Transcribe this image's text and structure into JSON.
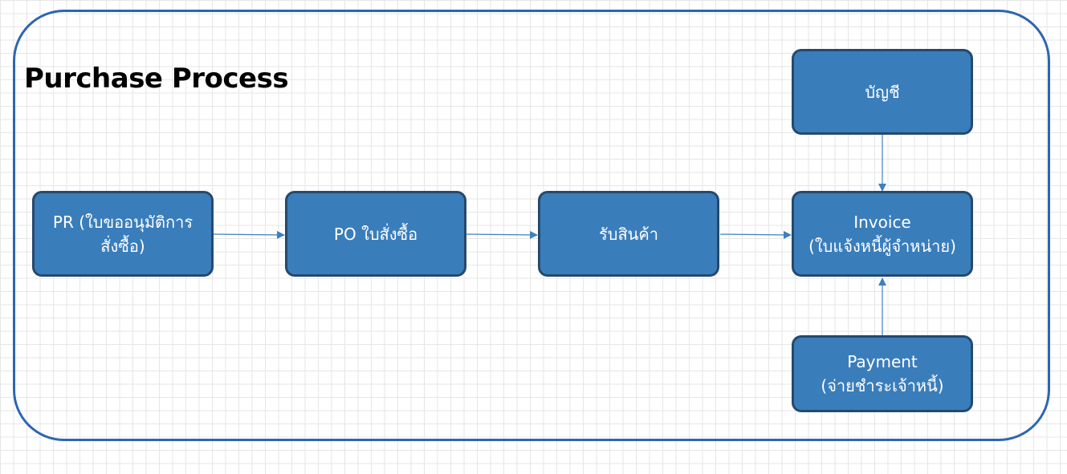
{
  "title": "Purchase Process",
  "nodes": {
    "pr": {
      "line1": "PR (ใบขออนุมัติการ",
      "line2": "สั่งซื้อ)"
    },
    "po": {
      "line1": "PO ใบสั่งซื้อ"
    },
    "receive": {
      "line1": "รับสินค้า"
    },
    "invoice": {
      "line1": "Invoice",
      "line2": "(ใบแจ้งหนี้ผู้จำหน่าย)"
    },
    "account": {
      "line1": "บัญชี"
    },
    "payment": {
      "line1": "Payment",
      "line2": "(จ่ายชำระเจ้าหนี้)"
    }
  },
  "colors": {
    "frame": "#2c66b0",
    "box_fill": "#3a7dbb",
    "box_border": "#25496d",
    "connector": "#3f7fbf"
  }
}
